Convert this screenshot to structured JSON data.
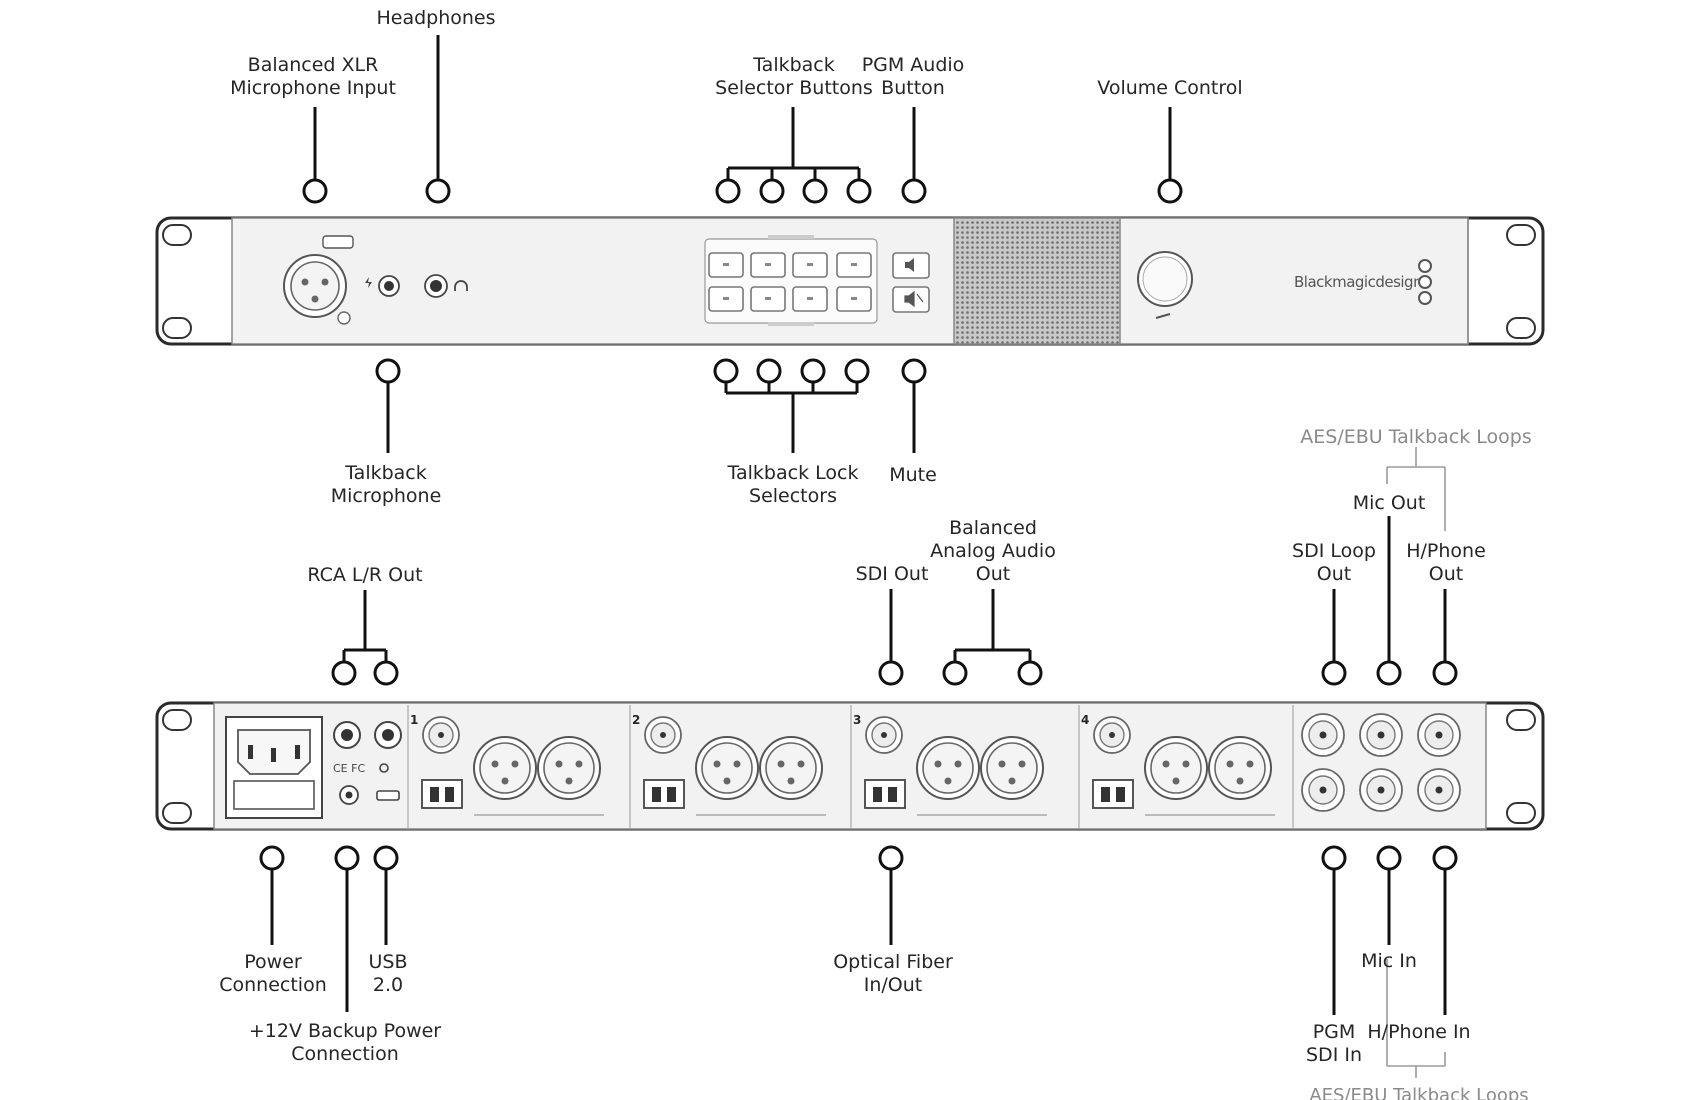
{
  "labels_top": {
    "headphones": "Headphones",
    "xlr_input_1": "Balanced XLR",
    "xlr_input_2": "Microphone Input",
    "talkback_selector_1": "Talkback",
    "talkback_selector_2": "Selector Buttons",
    "pgm_audio_1": "PGM Audio",
    "pgm_audio_2": "Button",
    "volume_control": "Volume Control",
    "talkback_mic_1": "Talkback",
    "talkback_mic_2": "Microphone",
    "talkback_lock_1": "Talkback Lock",
    "talkback_lock_2": "Selectors",
    "mute": "Mute"
  },
  "labels_rear": {
    "aes_top": "AES/EBU Talkback Loops",
    "mic_out": "Mic Out",
    "sdi_loop_1": "SDI Loop",
    "sdi_loop_2": "Out",
    "hphone_out_1": "H/Phone",
    "hphone_out_2": "Out",
    "rca_out": "RCA L/R Out",
    "sdi_out": "SDI Out",
    "balanced_1": "Balanced",
    "balanced_2": "Analog Audio",
    "balanced_3": "Out",
    "power_1": "Power",
    "power_2": "Connection",
    "usb_1": "USB",
    "usb_2": "2.0",
    "backup_1": "+12V Backup Power",
    "backup_2": "Connection",
    "optical_1": "Optical Fiber",
    "optical_2": "In/Out",
    "mic_in": "Mic In",
    "pgm_sdi_1": "PGM",
    "pgm_sdi_2": "SDI In",
    "hphone_in": "H/Phone In",
    "aes_bottom": "AES/EBU Talkback Loops"
  },
  "device": {
    "brand": "Blackmagicdesign",
    "rear_channel_numbers": [
      "1",
      "2",
      "3",
      "4"
    ]
  }
}
